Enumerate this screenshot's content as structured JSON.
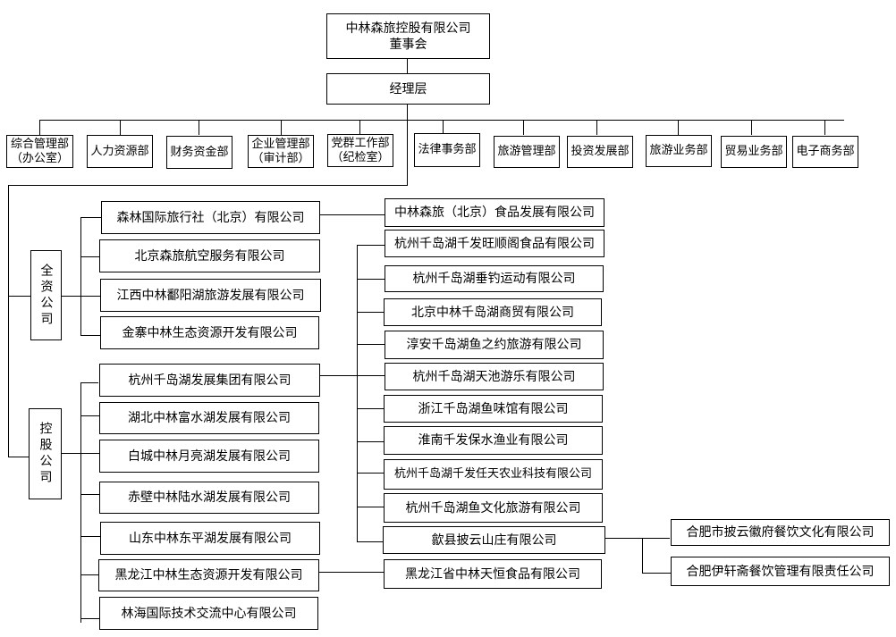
{
  "chart": {
    "board": "中林森旅控股有限公司\n董事会",
    "management": "经理层",
    "departments": [
      "综合管理部\n（办公室）",
      "人力资源部",
      "财务资金部",
      "企业管理部\n（审计部）",
      "党群工作部\n（纪检室）",
      "法律事务部",
      "旅游管理部",
      "投资发展部",
      "旅游业务部",
      "贸易业务部",
      "电子商务部"
    ],
    "wholly_owned": {
      "label": "全资公司",
      "companies": [
        "森林国际旅行社（北京）有限公司",
        "北京森旅航空服务有限公司",
        "江西中林鄱阳湖旅游发展有限公司",
        "金寨中林生态资源开发有限公司"
      ],
      "sub_of_travel": "中林森旅（北京）食品发展有限公司"
    },
    "holding": {
      "label": "控股公司",
      "companies": [
        "杭州千岛湖发展集团有限公司",
        "湖北中林富水湖发展有限公司",
        "白城中林月亮湖发展有限公司",
        "赤壁中林陆水湖发展有限公司",
        "山东中林东平湖发展有限公司",
        "黑龙江中林生态资源开发有限公司",
        "林海国际技术交流中心有限公司"
      ],
      "qiandaohu_subs": [
        "杭州千岛湖千发旺顺阁食品有限公司",
        "杭州千岛湖垂钓运动有限公司",
        "北京中林千岛湖商贸有限公司",
        "淳安千岛湖鱼之约旅游有限公司",
        "杭州千岛湖天池游乐有限公司",
        "浙江千岛湖鱼味馆有限公司",
        "淮南千发保水渔业有限公司",
        "杭州千岛湖千发任天农业科技有限公司",
        "杭州千岛湖鱼文化旅游有限公司",
        "歙县披云山庄有限公司"
      ],
      "heilongjiang_sub": "黑龙江省中林天恒食品有限公司",
      "piyun_subs": [
        "合肥市披云徽府餐饮文化有限公司",
        "合肥伊轩斋餐饮管理有限责任公司"
      ]
    }
  }
}
